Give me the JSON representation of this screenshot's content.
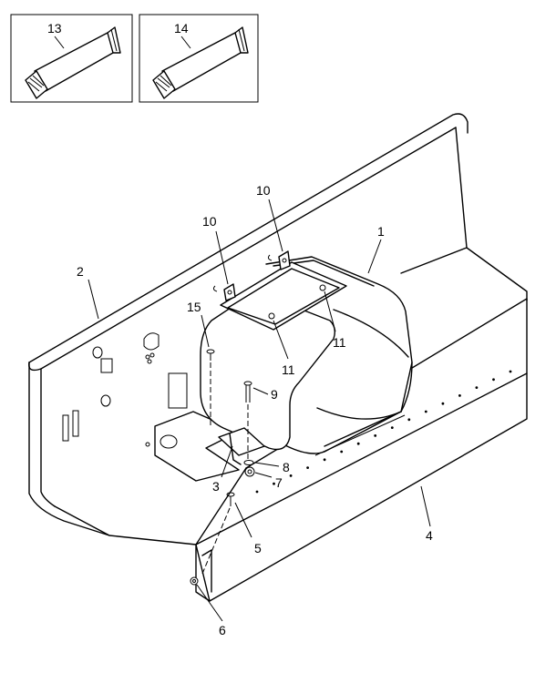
{
  "inset_panels": [
    {
      "id": "panel-13",
      "label": "13"
    },
    {
      "id": "panel-14",
      "label": "14"
    }
  ],
  "callouts": {
    "c1": "1",
    "c2": "2",
    "c3": "3",
    "c4": "4",
    "c5": "5",
    "c6": "6",
    "c7": "7",
    "c8": "8",
    "c9": "9",
    "c10a": "10",
    "c10b": "10",
    "c11a": "11",
    "c11b": "11",
    "c13": "13",
    "c14": "14",
    "c15": "15"
  },
  "colors": {
    "line": "#000000",
    "background": "#ffffff"
  }
}
